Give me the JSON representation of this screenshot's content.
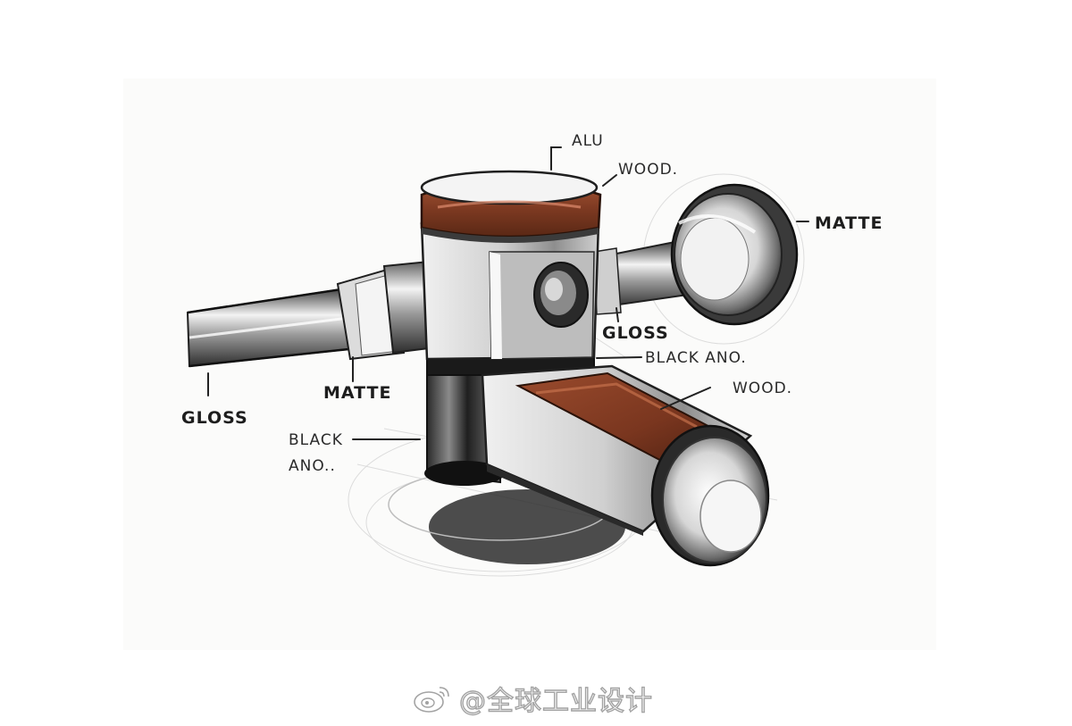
{
  "labels": {
    "alu": "ALU",
    "wood_top": "WOOD.",
    "matte_right": "MATTE",
    "gloss_right": "GLOSS",
    "black_ano_mid": "BLACK ANO.",
    "wood_handle": "WOOD.",
    "black_left_line1": "BLACK",
    "black_left_line2": "ANO..",
    "matte_left": "MATTE",
    "gloss_left": "GLOSS"
  },
  "watermark": {
    "text": "@全球工业设计",
    "icon": "weibo-logo-icon"
  },
  "colors": {
    "wood": "#8a3f25",
    "ink": "#1f1f1f",
    "metal_light": "#e8e8e8",
    "metal_mid": "#a9a9a9",
    "metal_dark": "#3a3a3a"
  }
}
